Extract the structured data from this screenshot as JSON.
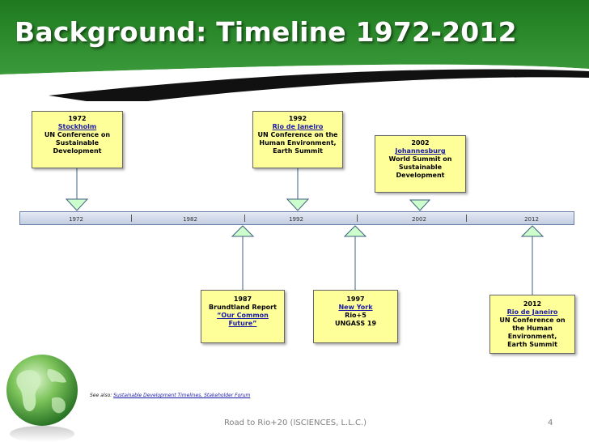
{
  "title": "Background:  Timeline 1972-2012",
  "axis": {
    "ticks": [
      "1972",
      "1982",
      "1992",
      "2002",
      "2012"
    ]
  },
  "events": [
    {
      "year": "1972",
      "place": "Stockholm",
      "lines": [
        "UN Conference on",
        "Sustainable",
        "Development"
      ]
    },
    {
      "year": "1992",
      "place": "Rio de Janeiro",
      "lines": [
        "UN Conference on the",
        "Human Environment,",
        "Earth Summit"
      ]
    },
    {
      "year": "2002",
      "place": "Johannesburg",
      "lines": [
        "World Summit on",
        "Sustainable",
        "Development"
      ]
    },
    {
      "year": "1987",
      "title_lines": [
        "Brundtland Report"
      ],
      "link_lines": [
        "“Our Common",
        "Future”"
      ]
    },
    {
      "year": "1997",
      "place": "New York",
      "lines": [
        "Rio+5",
        "UNGASS 19"
      ]
    },
    {
      "year": "2012",
      "place": "Rio de Janeiro",
      "lines": [
        "UN Conference on",
        "the Human",
        "Environment,",
        "Earth Summit"
      ]
    }
  ],
  "footnote": {
    "prefix": "See also: ",
    "link_text": "Sustainable Development Timelines, Stakeholder Forum"
  },
  "footer": {
    "text": "Road to Rio+20 (ISCIENCES, L.L.C.)",
    "page": "4"
  },
  "colors": {
    "header_green": "#2e8b2e",
    "box_fill": "#ffff99",
    "link": "#1a1aa6",
    "arrow_fill": "#ccffcc"
  }
}
